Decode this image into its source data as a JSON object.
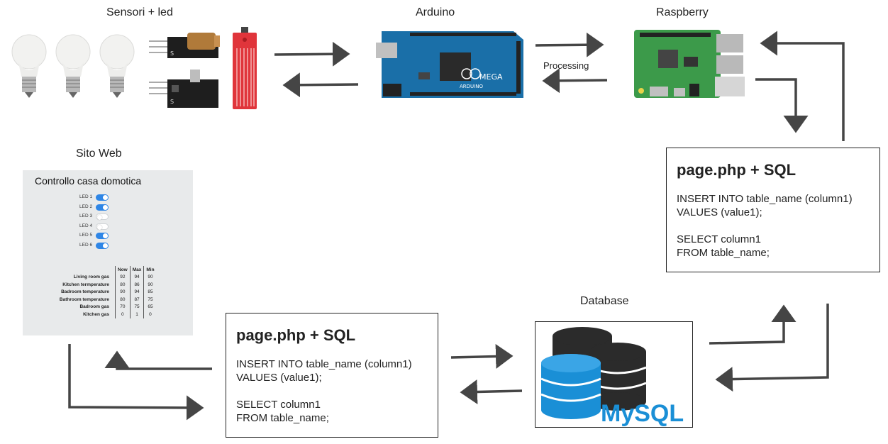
{
  "labels": {
    "sensors": "Sensori + led",
    "arduino": "Arduino",
    "raspberry": "Raspberry",
    "processing": "Processing",
    "website": "Sito Web",
    "database": "Database"
  },
  "code_box_right": {
    "title": "page.php + SQL",
    "lines": [
      "INSERT INTO table_name (column1)",
      "VALUES (value1);",
      "SELECT column1",
      "FROM table_name;"
    ]
  },
  "code_box_bottom": {
    "title": "page.php + SQL",
    "lines": [
      "INSERT INTO table_name (column1)",
      "VALUES (value1);",
      "SELECT column1",
      "FROM table_name;"
    ]
  },
  "website": {
    "title": "Controllo casa domotica",
    "leds": [
      {
        "label": "LED 1",
        "on": true
      },
      {
        "label": "LED 2",
        "on": true
      },
      {
        "label": "LED 3",
        "on": false
      },
      {
        "label": "LED 4",
        "on": false
      },
      {
        "label": "LED 5",
        "on": true
      },
      {
        "label": "LED 6",
        "on": true
      }
    ],
    "table": {
      "headers": [
        "Now",
        "Max",
        "Min"
      ],
      "rows": [
        {
          "name": "Living room gas",
          "values": [
            "92",
            "94",
            "90"
          ]
        },
        {
          "name": "Kitchen termperature",
          "values": [
            "80",
            "86",
            "90"
          ]
        },
        {
          "name": "Badroom temperature",
          "values": [
            "90",
            "94",
            "85"
          ]
        },
        {
          "name": "Bathroom temperature",
          "values": [
            "80",
            "87",
            "75"
          ]
        },
        {
          "name": "Badroom gas",
          "values": [
            "70",
            "75",
            "65"
          ]
        },
        {
          "name": "Kitchen gas",
          "values": [
            "0",
            "1",
            "0"
          ]
        }
      ]
    }
  },
  "board_text": {
    "mega": "MEGA",
    "arduino_logo": "ARDUINO",
    "mysql": "MySQL"
  },
  "colors": {
    "arrow": "#454545",
    "arduino_blue": "#1a6fa8",
    "raspberry_green": "#3c9a4a",
    "mysql_blue": "#1a8fd6",
    "mysql_dark": "#2b2b2b",
    "toggle_on": "#2f86e6",
    "sensor_red": "#e0353b"
  }
}
